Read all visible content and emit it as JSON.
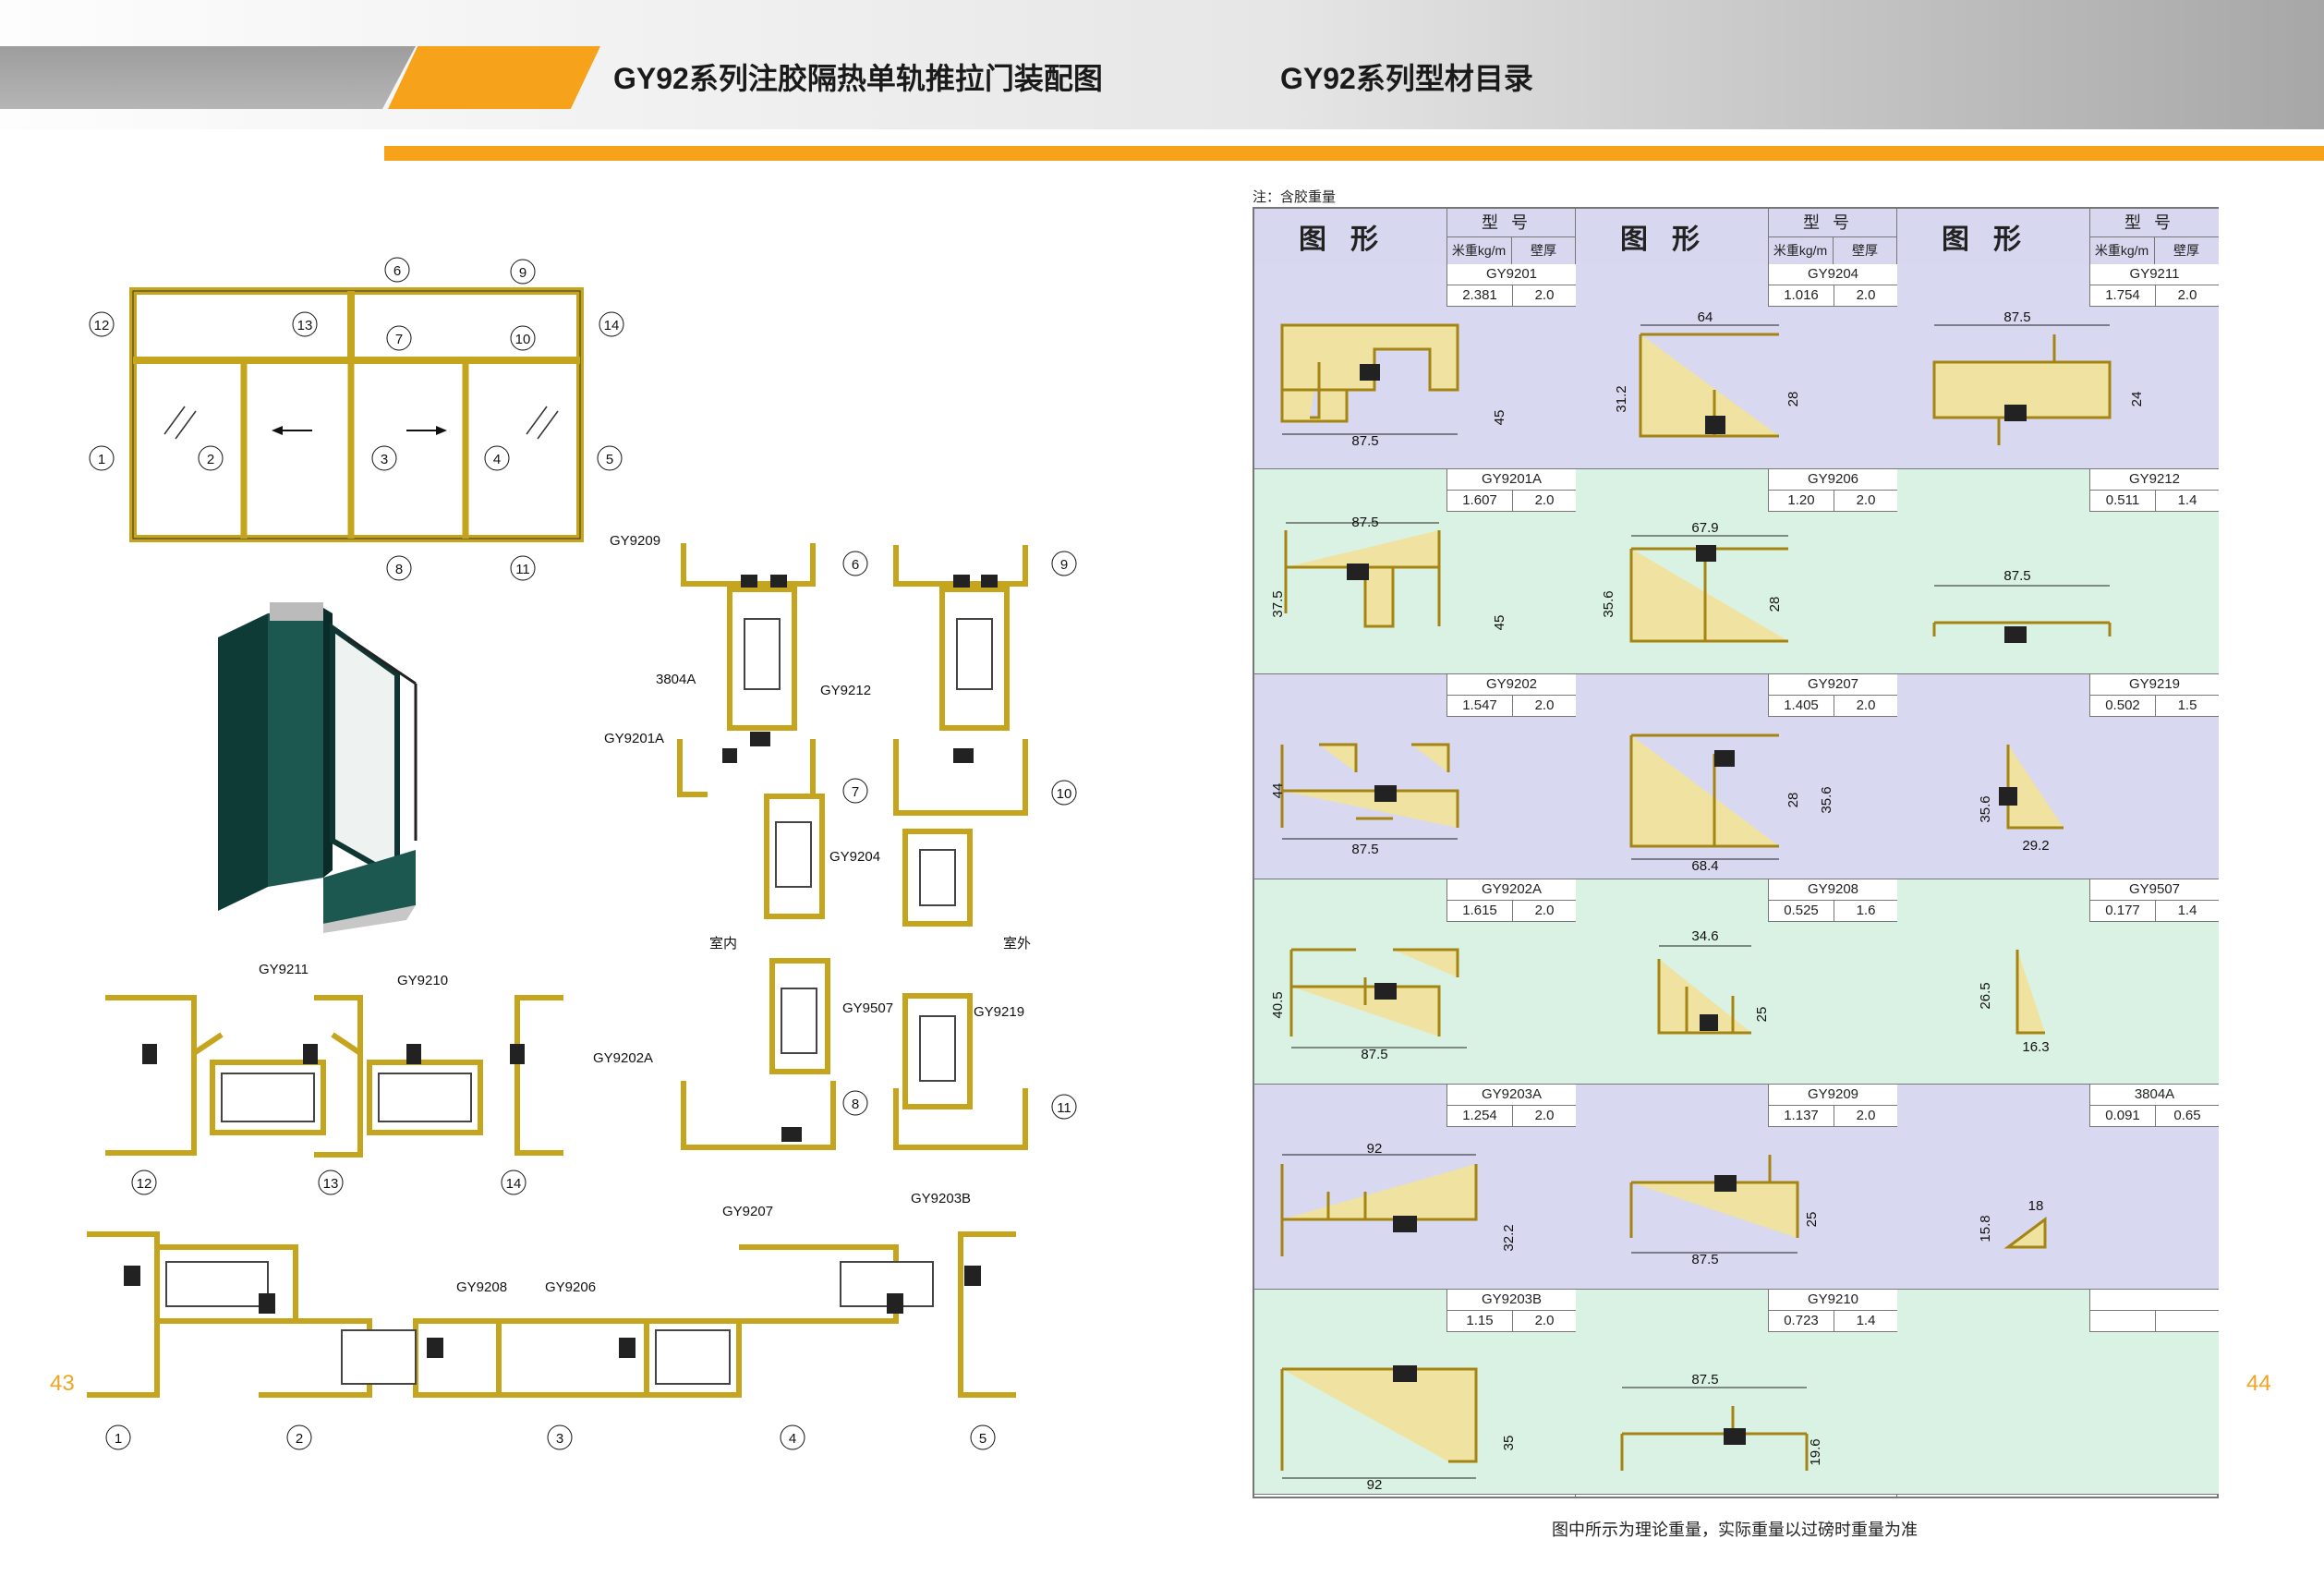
{
  "header": {
    "left_title": "GY92系列注胶隔热单轨推拉门装配图",
    "right_title": "GY92系列型材目录"
  },
  "pages": {
    "left": "43",
    "right": "44"
  },
  "elevation": {
    "markers": [
      "1",
      "2",
      "3",
      "4",
      "5",
      "6",
      "7",
      "8",
      "9",
      "10",
      "11",
      "12",
      "13",
      "14"
    ]
  },
  "section_labels": {
    "gy9209": "GY9209",
    "a3804": "3804A",
    "gy9212": "GY9212",
    "gy9201a": "GY9201A",
    "gy9204": "GY9204",
    "indoor": "室内",
    "outdoor": "室外",
    "gy9507": "GY9507",
    "gy9219": "GY9219",
    "gy9202a": "GY9202A",
    "gy9211": "GY9211",
    "gy9210": "GY9210",
    "gy9207": "GY9207",
    "gy9203b": "GY9203B",
    "gy9208": "GY9208",
    "gy9206": "GY9206"
  },
  "catalog": {
    "note": "注：含胶重量",
    "header": {
      "shape": "图形",
      "model": "型号",
      "weight": "米重kg/m",
      "thickness": "壁厚"
    },
    "footer": "图中所示为理论重量，实际重量以过磅时重量为准",
    "columns": [
      [
        {
          "model": "GY9201",
          "weight": "2.381",
          "thickness": "2.0",
          "dims": [
            "87.5",
            "45"
          ]
        },
        {
          "model": "GY9201A",
          "weight": "1.607",
          "thickness": "2.0",
          "dims": [
            "87.5",
            "37.5",
            "45"
          ]
        },
        {
          "model": "GY9202",
          "weight": "1.547",
          "thickness": "2.0",
          "dims": [
            "44",
            "87.5"
          ]
        },
        {
          "model": "GY9202A",
          "weight": "1.615",
          "thickness": "2.0",
          "dims": [
            "40.5",
            "87.5"
          ]
        },
        {
          "model": "GY9203A",
          "weight": "1.254",
          "thickness": "2.0",
          "dims": [
            "92",
            "32.2"
          ]
        },
        {
          "model": "GY9203B",
          "weight": "1.15",
          "thickness": "2.0",
          "dims": [
            "92",
            "35"
          ]
        }
      ],
      [
        {
          "model": "GY9204",
          "weight": "1.016",
          "thickness": "2.0",
          "dims": [
            "64",
            "31.2",
            "28"
          ]
        },
        {
          "model": "GY9206",
          "weight": "1.20",
          "thickness": "2.0",
          "dims": [
            "67.9",
            "35.6",
            "28"
          ]
        },
        {
          "model": "GY9207",
          "weight": "1.405",
          "thickness": "2.0",
          "dims": [
            "28",
            "35.6",
            "68.4"
          ]
        },
        {
          "model": "GY9208",
          "weight": "0.525",
          "thickness": "1.6",
          "dims": [
            "34.6",
            "25"
          ]
        },
        {
          "model": "GY9209",
          "weight": "1.137",
          "thickness": "2.0",
          "dims": [
            "25",
            "87.5"
          ]
        },
        {
          "model": "GY9210",
          "weight": "0.723",
          "thickness": "1.4",
          "dims": [
            "87.5",
            "19.6"
          ]
        }
      ],
      [
        {
          "model": "GY9211",
          "weight": "1.754",
          "thickness": "2.0",
          "dims": [
            "87.5",
            "24"
          ]
        },
        {
          "model": "GY9212",
          "weight": "0.511",
          "thickness": "1.4",
          "dims": [
            "87.5"
          ]
        },
        {
          "model": "GY9219",
          "weight": "0.502",
          "thickness": "1.5",
          "dims": [
            "35.6",
            "29.2"
          ]
        },
        {
          "model": "GY9507",
          "weight": "0.177",
          "thickness": "1.4",
          "dims": [
            "26.5",
            "16.3"
          ]
        },
        {
          "model": "3804A",
          "weight": "0.091",
          "thickness": "0.65",
          "dims": [
            "18",
            "15.8"
          ]
        },
        {
          "model": "",
          "weight": "",
          "thickness": "",
          "dims": []
        }
      ]
    ]
  }
}
